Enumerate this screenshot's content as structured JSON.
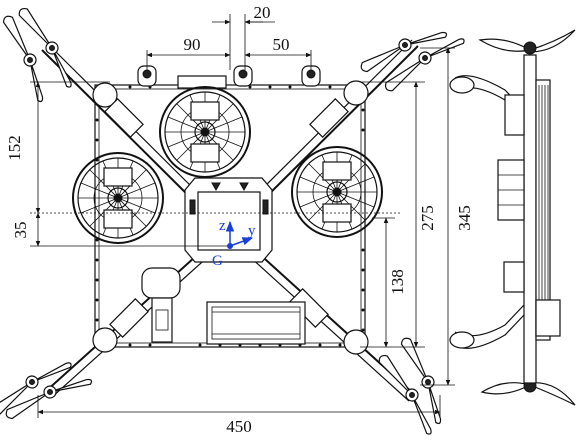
{
  "dimensions": {
    "d20": "20",
    "d90": "90",
    "d50": "50",
    "d152": "152",
    "d35": "35",
    "d275": "275",
    "d138": "138",
    "d345": "345",
    "d450": "450"
  },
  "axes": {
    "z": "z",
    "y": "y",
    "origin": "G"
  },
  "colors": {
    "axis": "#1a3fd6",
    "line": "#111111"
  }
}
